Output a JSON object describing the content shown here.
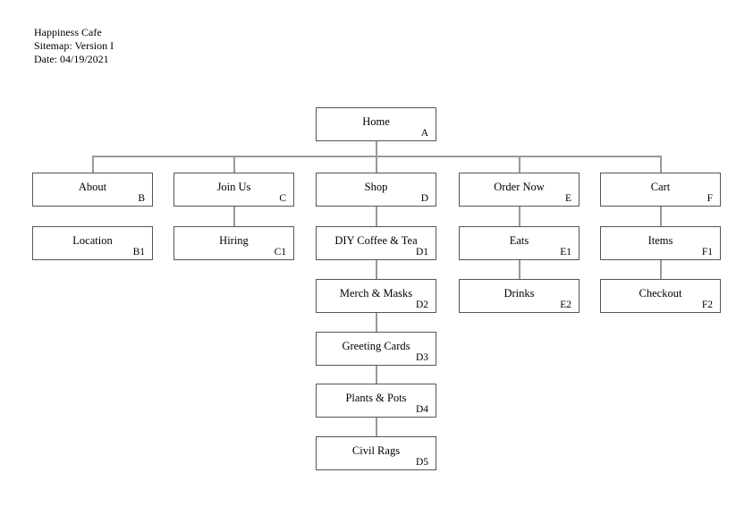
{
  "header": {
    "title": "Happiness Cafe",
    "version": "Sitemap: Version I",
    "date": "Date: 04/19/2021"
  },
  "diagram": {
    "root": {
      "label": "Home",
      "code": "A"
    },
    "columns": [
      {
        "nodes": [
          {
            "label": "About",
            "code": "B"
          },
          {
            "label": "Location",
            "code": "B1"
          }
        ],
        "gap_connectors": [
          false
        ]
      },
      {
        "nodes": [
          {
            "label": "Join Us",
            "code": "C"
          },
          {
            "label": "Hiring",
            "code": "C1"
          }
        ],
        "gap_connectors": [
          true
        ]
      },
      {
        "nodes": [
          {
            "label": "Shop",
            "code": "D"
          },
          {
            "label": "DIY Coffee & Tea",
            "code": "D1"
          },
          {
            "label": "Merch & Masks",
            "code": "D2"
          },
          {
            "label": "Greeting Cards",
            "code": "D3"
          },
          {
            "label": "Plants & Pots",
            "code": "D4"
          },
          {
            "label": "Civil Rags",
            "code": "D5"
          }
        ],
        "gap_connectors": [
          true,
          true,
          true,
          true,
          true
        ]
      },
      {
        "nodes": [
          {
            "label": "Order Now",
            "code": "E"
          },
          {
            "label": "Eats",
            "code": "E1"
          },
          {
            "label": "Drinks",
            "code": "E2"
          }
        ],
        "gap_connectors": [
          true,
          true
        ]
      },
      {
        "nodes": [
          {
            "label": "Cart",
            "code": "F"
          },
          {
            "label": "Items",
            "code": "F1"
          },
          {
            "label": "Checkout",
            "code": "F2"
          }
        ],
        "gap_connectors": [
          true,
          true
        ]
      }
    ],
    "line_color": "#999999",
    "border_color": "#555555"
  }
}
